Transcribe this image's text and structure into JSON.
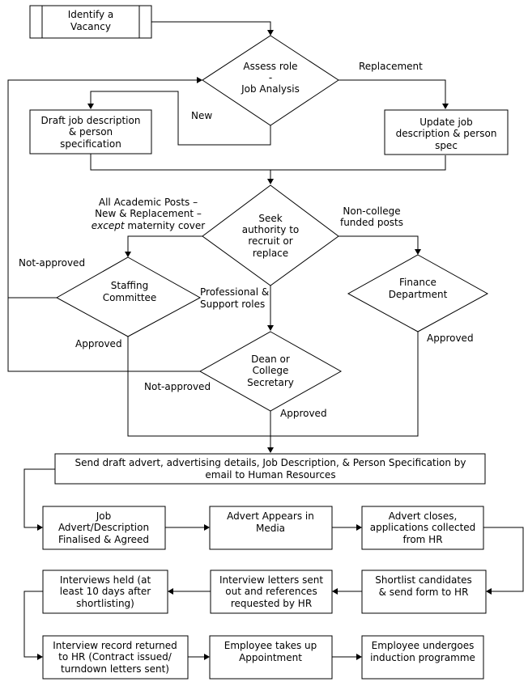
{
  "nodes": {
    "identify_vacancy": [
      "Identify a",
      "Vacancy"
    ],
    "assess_role": [
      "Assess role",
      "-",
      "Job Analysis"
    ],
    "draft_jd": [
      "Draft job description",
      "& person",
      "specification"
    ],
    "update_jd": [
      "Update job",
      "description & person",
      "spec"
    ],
    "seek_authority": [
      "Seek",
      "authority to",
      "recruit or",
      "replace"
    ],
    "staffing_committee": [
      "Staffing",
      "Committee"
    ],
    "finance_department": [
      "Finance",
      "Department"
    ],
    "dean_secretary": [
      "Dean or",
      "College",
      "Secretary"
    ],
    "send_draft": [
      "Send draft advert, advertising details, Job Description, & Person Specification by",
      "email to Human Resources"
    ],
    "job_advert": [
      "Job",
      "Advert/Description",
      "Finalised & Agreed"
    ],
    "advert_appears": [
      "Advert Appears in",
      "Media"
    ],
    "advert_closes": [
      "Advert closes,",
      "applications collected",
      "from HR"
    ],
    "shortlist": [
      "Shortlist candidates",
      "& send form to HR"
    ],
    "interview_letters": [
      "Interview letters sent",
      "out and references",
      "requested by HR"
    ],
    "interviews_held": [
      "Interviews held (at",
      "least 10 days after",
      "shortlisting)"
    ],
    "interview_record": [
      "Interview record returned",
      "to HR (Contract issued/",
      "turndown letters sent)"
    ],
    "employee_takes_up": [
      "Employee takes up",
      "Appointment"
    ],
    "employee_induction": [
      "Employee undergoes",
      "induction programme"
    ]
  },
  "edge_labels": {
    "replacement": "Replacement",
    "new": "New",
    "academic_line1": "All Academic Posts –",
    "academic_line2": "New & Replacement –",
    "academic_except": "except",
    "academic_rest": " maternity cover",
    "non_college1": "Non-college",
    "non_college2": "funded posts",
    "not_approved_staffing": "Not-approved",
    "professional1": "Professional &",
    "professional2": "Support roles",
    "approved_staffing": "Approved",
    "approved_finance": "Approved",
    "not_approved_dean": "Not-approved",
    "approved_dean": "Approved"
  }
}
